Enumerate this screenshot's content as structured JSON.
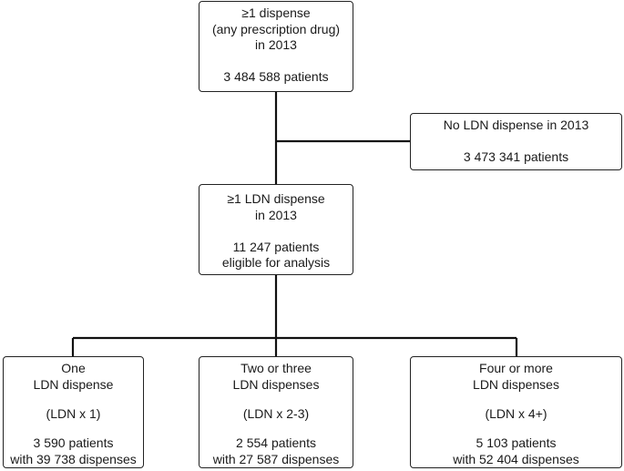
{
  "boxes": {
    "top": {
      "lines": [
        "≥1 dispense",
        "(any prescription drug)",
        "in 2013"
      ],
      "count": "3 484 588 patients"
    },
    "no_ldn": {
      "lines": [
        "No LDN dispense in 2013"
      ],
      "count": "3 473 341 patients"
    },
    "ldn": {
      "lines": [
        "≥1 LDN dispense",
        "in 2013"
      ],
      "count_lines": [
        "11 247 patients",
        "eligible for analysis"
      ]
    },
    "one": {
      "lines": [
        "One",
        "LDN dispense"
      ],
      "code": "(LDN x 1)",
      "count_lines": [
        "3 590 patients",
        "with 39 738 dispenses"
      ]
    },
    "two_three": {
      "lines": [
        "Two or three",
        "LDN dispenses"
      ],
      "code": "(LDN x 2-3)",
      "count_lines": [
        "2 554 patients",
        "with 27 587 dispenses"
      ]
    },
    "four_plus": {
      "lines": [
        "Four or more",
        "LDN dispenses"
      ],
      "code": "(LDN x 4+)",
      "count_lines": [
        "5 103 patients",
        "with 52 404 dispenses"
      ]
    }
  }
}
